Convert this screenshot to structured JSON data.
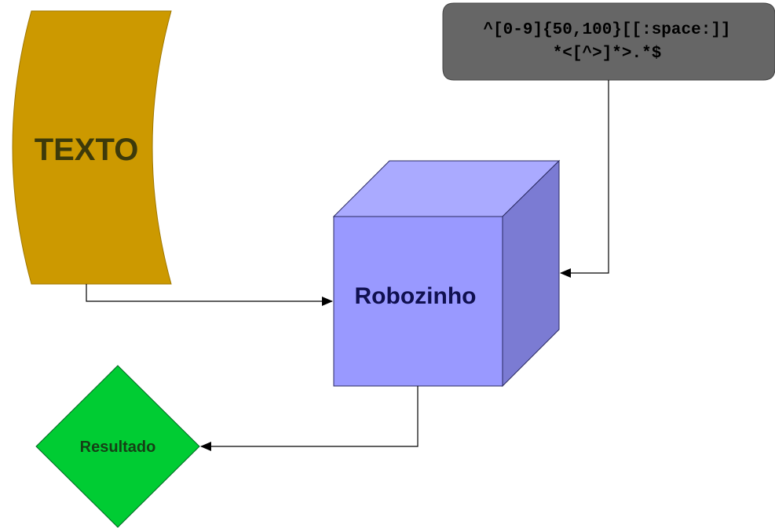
{
  "nodes": {
    "texto": {
      "label": "TEXTO",
      "fill": "#cc9900"
    },
    "regex": {
      "line1": "^[0-9]{50,100}[[:space:]]",
      "line2": "*<[^>]*>.*$",
      "fill": "#666666"
    },
    "robo": {
      "label": "Robozinho",
      "front_fill": "#9999ff",
      "top_fill": "#aaaaff",
      "side_fill": "#7b7bd3"
    },
    "resultado": {
      "label": "Resultado",
      "fill": "#00cc33"
    }
  },
  "edges": [
    {
      "from": "texto",
      "to": "robo"
    },
    {
      "from": "regex",
      "to": "robo"
    },
    {
      "from": "robo",
      "to": "resultado"
    }
  ]
}
